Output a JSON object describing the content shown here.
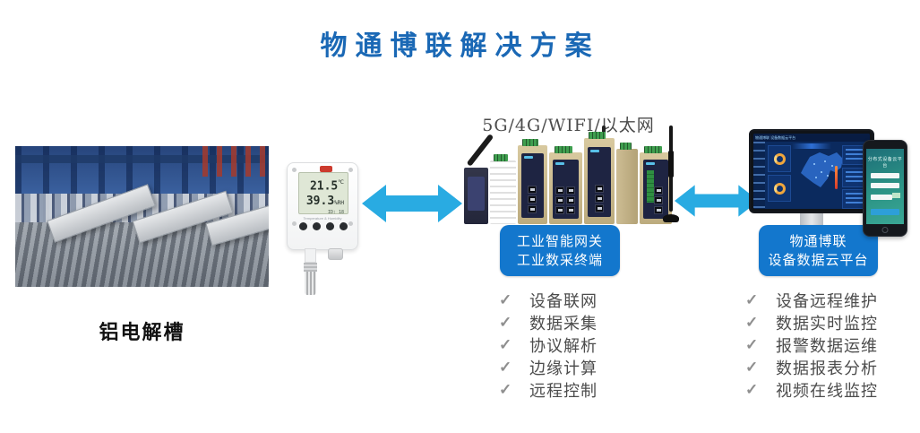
{
  "title": "物通博联解决方案",
  "photo": {
    "caption": "铝电解槽"
  },
  "sensor": {
    "temp": "21.5",
    "temp_unit": "℃",
    "humidity": "39.3",
    "humidity_unit": "%RH",
    "id_label": "ID: 18",
    "subtitle": "Temperature & Humidity"
  },
  "network": {
    "label": "5G/4G/WIFI/以太网"
  },
  "gateway": {
    "badge_line1": "工业智能网关",
    "badge_line2": "工业数采终端",
    "features": [
      "设备联网",
      "数据采集",
      "协议解析",
      "边缘计算",
      "远程控制"
    ]
  },
  "cloud": {
    "badge_line1": "物通博联",
    "badge_line2": "设备数据云平台",
    "features": [
      "设备远程维护",
      "数据实时监控",
      "报警数据运维",
      "数据报表分析",
      "视频在线监控"
    ]
  },
  "monitor": {
    "topbar_label": "物通博联 设备数据云平台"
  },
  "phone": {
    "screen_title": "分布式设备云平台"
  },
  "glyphs": {
    "check": "✓"
  },
  "colors": {
    "title_blue": "#1a68b5",
    "badge_blue": "#1377cd",
    "arrow_cyan": "#29abe2",
    "gauge_orange": "#f0a63c"
  }
}
